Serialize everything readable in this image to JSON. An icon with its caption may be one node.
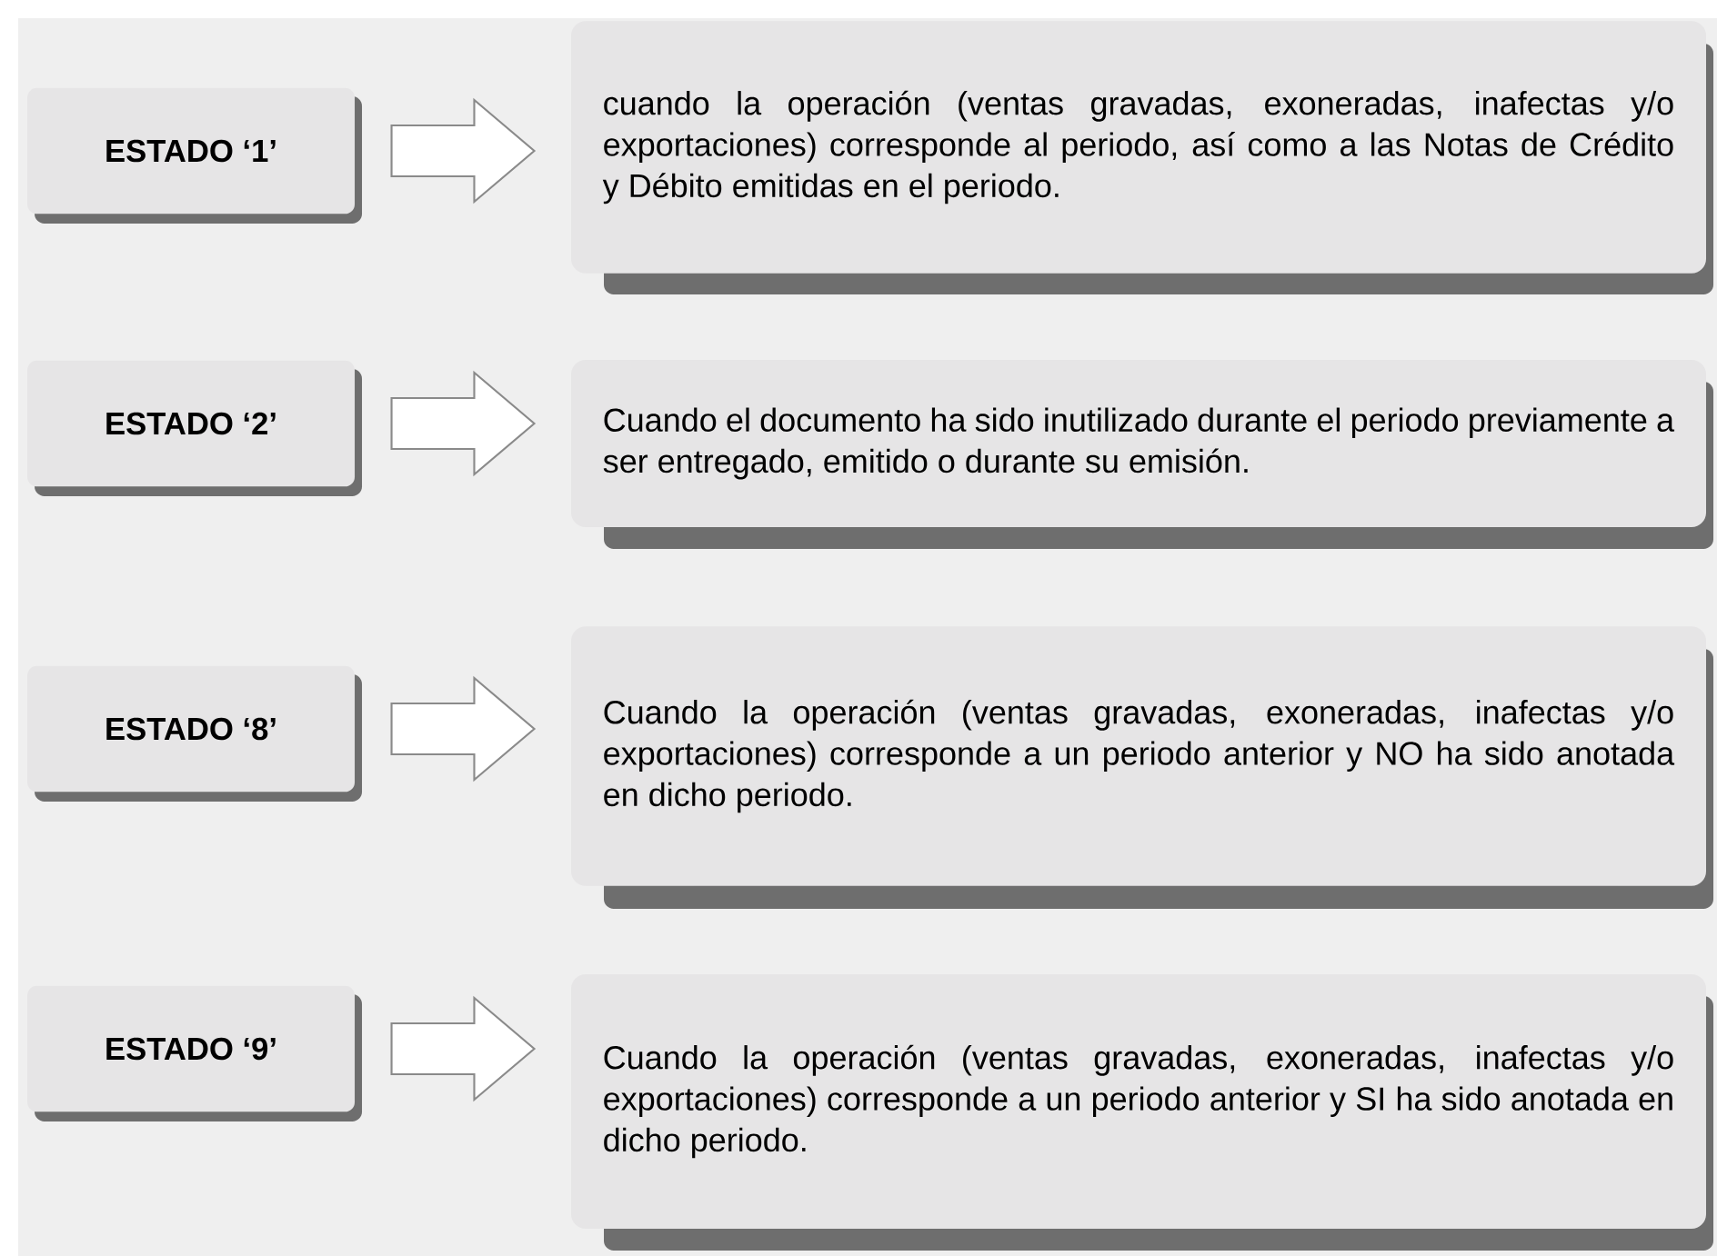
{
  "diagram": {
    "nodes": [
      {
        "text": [
          "ESTADO ‘1’"
        ]
      },
      {
        "text": [
          "ESTADO ‘2’"
        ]
      },
      {
        "text": [
          "ESTADO ‘8’"
        ]
      },
      {
        "text": [
          "ESTADO ‘9’"
        ]
      },
      {
        "text": [
          "cuando la operación (ventas gravadas, exoneradas, inafectas y/o exportaciones) corresponde al periodo, así como a las Notas de Crédito y Débito emitidas en el periodo."
        ]
      },
      {
        "text": [
          "Cuando el documento ha sido inutilizado durante el periodo previamente a ser entregado, emitido o durante su emisión."
        ]
      },
      {
        "text": [
          "Cuando la operación (ventas gravadas, exoneradas, inafectas y/o exportaciones) corresponde a un periodo anterior y NO ha sido anotada en dicho periodo."
        ]
      },
      {
        "text": [
          "Cuando la operación (ventas gravadas, exoneradas, inafectas y/o exportaciones) corresponde a un periodo anterior y SI ha sido anotada en dicho periodo."
        ]
      }
    ],
    "edges": [
      {
        "from": 0,
        "to": 4,
        "arrow": "to"
      },
      {
        "from": 1,
        "to": 5,
        "arrow": "to"
      },
      {
        "from": 2,
        "to": 6,
        "arrow": "to"
      },
      {
        "from": 3,
        "to": 7,
        "arrow": "to"
      }
    ]
  }
}
